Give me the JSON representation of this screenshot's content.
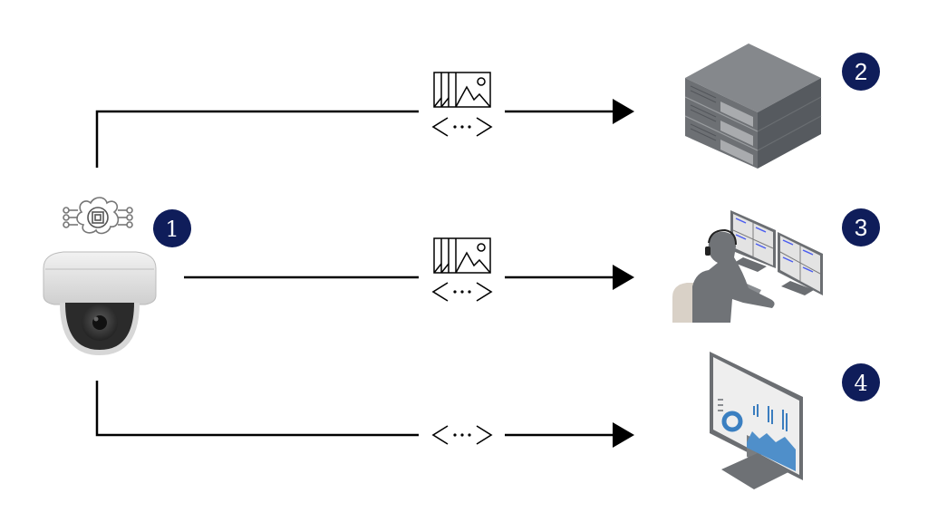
{
  "diagram": {
    "type": "data-flow",
    "colors": {
      "badge": "#0f1d5a",
      "line": "#000000",
      "device_gray": "#6b6f74",
      "device_light": "#e4e4e4",
      "chair": "#d9d1c7",
      "screen_accent": "#4a5cf0"
    },
    "source": {
      "name": "ai-dome-camera",
      "badge": "1",
      "icons": [
        "ai-chip-brain-icon",
        "dome-camera-icon"
      ]
    },
    "flows": [
      {
        "id": "flow-server",
        "payload_icons": [
          "image-frames-icon",
          "data-stream-icon"
        ],
        "stream_label": "<···>",
        "target": {
          "name": "server-stack",
          "badge": "2",
          "icon": "server-rack-icon"
        }
      },
      {
        "id": "flow-operator",
        "payload_icons": [
          "image-frames-icon",
          "data-stream-icon"
        ],
        "stream_label": "<···>",
        "target": {
          "name": "monitoring-operator",
          "badge": "3",
          "icon": "operator-workstation-icon"
        }
      },
      {
        "id": "flow-dashboard",
        "payload_icons": [
          "data-stream-icon"
        ],
        "stream_label": "<···>",
        "target": {
          "name": "analytics-dashboard",
          "badge": "4",
          "icon": "dashboard-monitor-icon"
        }
      }
    ]
  }
}
